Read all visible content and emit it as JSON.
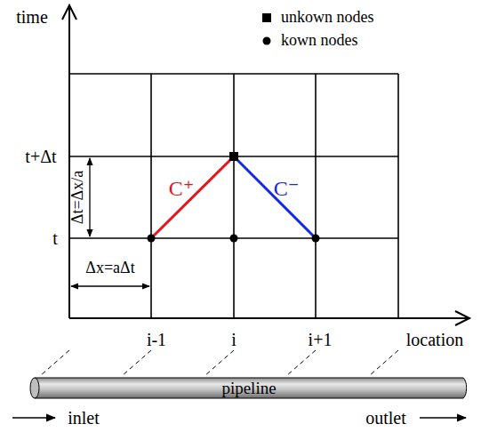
{
  "diagram": {
    "nodes": [
      {
        "text": [
          "pipeline"
        ]
      }
    ],
    "labels": [
      "time",
      "t+Δt",
      "t",
      "Δt=Δx/a",
      "Δx=aΔt",
      "C⁺",
      "C⁻",
      "i-1",
      "i",
      "i+1",
      "location",
      "inlet",
      "outlet"
    ],
    "legend": [
      {
        "text": "unkown nodes"
      },
      {
        "text": "kown nodes"
      }
    ]
  }
}
